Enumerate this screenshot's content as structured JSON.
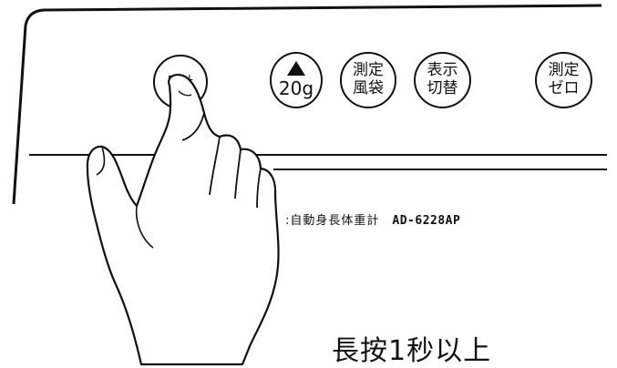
{
  "buttons": {
    "time": {
      "label": "時計"
    },
    "add20g": {
      "value": "20g"
    },
    "tare": {
      "line1": "測定",
      "line2": "風袋"
    },
    "display": {
      "line1": "表示",
      "line2": "切替"
    },
    "zero": {
      "line1": "測定",
      "line2": "ゼロ"
    }
  },
  "model_label": {
    "name": ":自動身長体重計",
    "code": "AD-6228AP"
  },
  "caption": "長按1秒以上",
  "icons": {
    "hand": "pointing-hand-icon",
    "triangle": "up-triangle-icon"
  }
}
